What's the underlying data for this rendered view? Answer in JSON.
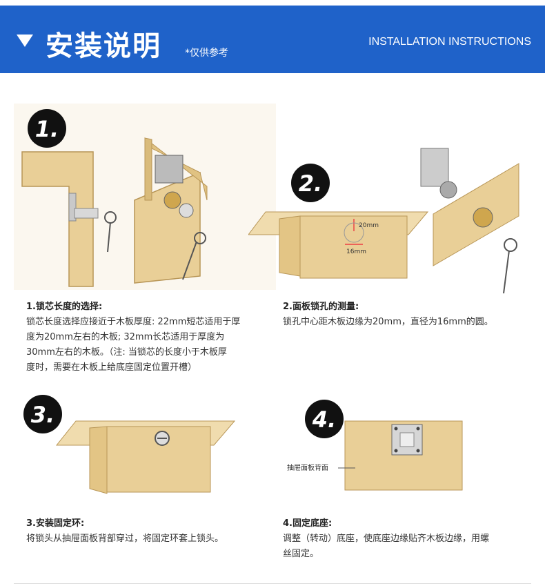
{
  "header": {
    "title": "安装说明",
    "subtitle": "*仅供参考",
    "english": "INSTALLATION INSTRUCTIONS"
  },
  "steps": [
    {
      "number": "1.",
      "heading": "1.锁芯长度的选择:",
      "lines": [
        "锁芯长度选择应接近于木板厚度: 22mm短芯适用于厚",
        "度为20mm左右的木板; 32mm长芯适用于厚度为",
        "30mm左右的木板。（注: 当锁芯的长度小于木板厚",
        "度时，需要在木板上给底座固定位置开槽）"
      ]
    },
    {
      "number": "2.",
      "heading": "2.面板锁孔的测量:",
      "lines": [
        "锁孔中心距木板边缘为20mm，直径为16mm的圆。"
      ],
      "dim_top": "20mm",
      "dim_width": "16mm"
    },
    {
      "number": "3.",
      "heading": "3.安装固定环:",
      "lines": [
        "将锁头从抽屉面板背部穿过，将固定环套上锁头。"
      ]
    },
    {
      "number": "4.",
      "heading": "4.固定底座:",
      "lines": [
        "调整（转动）底座，使底座边缘贴齐木板边缘，用螺",
        "丝固定。"
      ],
      "panel_label": "抽屉面板背面"
    }
  ],
  "colors": {
    "header_bg": "#1f62c9",
    "wood": "#e9cf97",
    "wood_dark": "#c9a766"
  }
}
